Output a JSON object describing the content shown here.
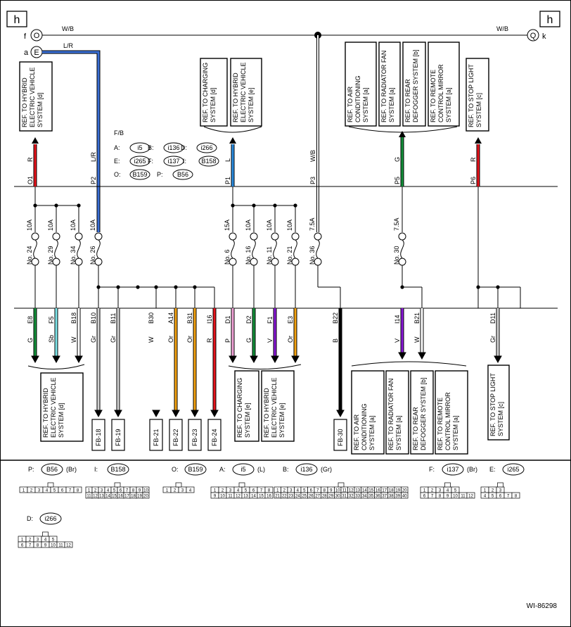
{
  "page": {
    "ref_left": "h",
    "ref_right": "h",
    "diagram_id": "WI-86298",
    "terminal_f": "f",
    "terminal_f_symbol": "O",
    "terminal_a": "a",
    "terminal_a_symbol": "E",
    "terminal_k": "k",
    "terminal_k_symbol": "Q",
    "wire_wb_left": "W/B",
    "wire_wb_right": "W/B",
    "wire_lr": "L/R"
  },
  "fb_box": {
    "title": "F/B",
    "rows": [
      [
        {
          "k": "A:",
          "v": "i5"
        },
        {
          "k": "B:",
          "v": "i136"
        },
        {
          "k": "D:",
          "v": "i266"
        }
      ],
      [
        {
          "k": "E:",
          "v": "i265"
        },
        {
          "k": "F:",
          "v": "i137"
        },
        {
          "k": "I:",
          "v": "B158"
        }
      ],
      [
        {
          "k": "O:",
          "v": "B159"
        },
        {
          "k": "P:",
          "v": "B56"
        }
      ]
    ]
  },
  "top_refs": [
    {
      "id": "ref-hybrid-top",
      "lines": [
        "REF. TO HYBRID",
        "ELECTRIC VEHICLE",
        "SYSTEM [d]"
      ]
    },
    {
      "id": "ref-charging-top",
      "lines": [
        "REF. TO CHARGING",
        "SYSTEM [d]"
      ]
    },
    {
      "id": "ref-hybrid2-top",
      "lines": [
        "REF. TO HYBRID",
        "ELECTRIC VEHICLE",
        "SYSTEM [e]"
      ]
    },
    {
      "id": "ref-ac-top",
      "lines": [
        "REF. TO AIR",
        "CONDITIONING",
        "SYSTEM [a]"
      ]
    },
    {
      "id": "ref-radfan-top",
      "lines": [
        "REF. TO RADIATOR FAN",
        "SYSTEM [a]"
      ]
    },
    {
      "id": "ref-defog-top",
      "lines": [
        "REF. TO REAR",
        "DEFOGGER SYSTEM [b]"
      ]
    },
    {
      "id": "ref-mirror-top",
      "lines": [
        "REF. TO REMOTE",
        "CONTROL MIRROR",
        "SYSTEM [a]"
      ]
    },
    {
      "id": "ref-stop-top",
      "lines": [
        "REF. TO STOP LIGHT",
        "SYSTEM [c]"
      ]
    }
  ],
  "top_pins": [
    {
      "pin": "O1",
      "color": "R"
    },
    {
      "pin": "P2",
      "color": "L/R"
    },
    {
      "pin": "P1",
      "color": "L"
    },
    {
      "pin": "P3",
      "color": "W/B"
    },
    {
      "pin": "P5",
      "color": "G"
    },
    {
      "pin": "P6",
      "color": "R"
    }
  ],
  "fuses": [
    {
      "no": "No. 24",
      "amp": "10A"
    },
    {
      "no": "No. 29",
      "amp": "10A"
    },
    {
      "no": "No. 34",
      "amp": "10A"
    },
    {
      "no": "No. 26",
      "amp": "10A"
    },
    {
      "no": "No. 6",
      "amp": "15A"
    },
    {
      "no": "No. 16",
      "amp": "10A"
    },
    {
      "no": "No. 11",
      "amp": "10A"
    },
    {
      "no": "No. 21",
      "amp": "10A"
    },
    {
      "no": "No. 36",
      "amp": "7.5A"
    },
    {
      "no": "No. 30",
      "amp": "7.5A"
    }
  ],
  "bottom_pins": [
    {
      "pin": "E8",
      "color": "G"
    },
    {
      "pin": "F5",
      "color": "Sb"
    },
    {
      "pin": "B18",
      "color": "W"
    },
    {
      "pin": "B10",
      "color": "Gr"
    },
    {
      "pin": "B11",
      "color": "Gr"
    },
    {
      "pin": "B30",
      "color": "W"
    },
    {
      "pin": "A14",
      "color": "Or"
    },
    {
      "pin": "B31",
      "color": "Or"
    },
    {
      "pin": "I16",
      "color": "R"
    },
    {
      "pin": "D1",
      "color": "P"
    },
    {
      "pin": "D2",
      "color": "G"
    },
    {
      "pin": "F1",
      "color": "V"
    },
    {
      "pin": "E3",
      "color": "Or"
    },
    {
      "pin": "B22",
      "color": "B"
    },
    {
      "pin": "I14",
      "color": "V"
    },
    {
      "pin": "B21",
      "color": "W"
    },
    {
      "pin": "D11",
      "color": "Gr"
    }
  ],
  "bottom_refs": [
    {
      "id": "ref-hybrid-bot",
      "lines": [
        "REF. TO HYBRID",
        "ELECTRIC VEHICLE",
        "SYSTEM [d]"
      ]
    },
    {
      "id": "ref-charging-bot",
      "lines": [
        "REF. TO CHARGING",
        "SYSTEM [e]"
      ]
    },
    {
      "id": "ref-hybrid2-bot",
      "lines": [
        "REF. TO HYBRID",
        "ELECTRIC VEHICLE",
        "SYSTEM [e]"
      ]
    },
    {
      "id": "ref-ac-bot",
      "lines": [
        "REF. TO AIR",
        "CONDITIONING",
        "SYSTEM [a]"
      ]
    },
    {
      "id": "ref-radfan-bot",
      "lines": [
        "REF. TO RADIATOR FAN",
        "SYSTEM [a]"
      ]
    },
    {
      "id": "ref-defog-bot",
      "lines": [
        "REF. TO REAR",
        "DEFOGGER SYSTEM [b]"
      ]
    },
    {
      "id": "ref-mirror-bot",
      "lines": [
        "REF. TO REMOTE",
        "CONTROL MIRROR",
        "SYSTEM [a]"
      ]
    },
    {
      "id": "ref-stop-bot",
      "lines": [
        "REF. TO STOP LIGHT",
        "SYSTEM [c]"
      ]
    }
  ],
  "fb_terminals": [
    "FB-18",
    "FB-19",
    "FB-21",
    "FB-22",
    "FB-23",
    "FB-24",
    "FB-30"
  ],
  "wire_colors": {
    "R": "#e8141c",
    "L": "#2a8ce0",
    "L/R": "#3a6fd6",
    "G": "#13913a",
    "Sb": "#7fe6ea",
    "W": "#ffffff",
    "Gr": "#d2d2d2",
    "Or": "#f5a311",
    "P": "#f2a3d8",
    "V": "#8a18d8",
    "B": "#000000",
    "W/B": "#ffffff"
  },
  "connectors": [
    {
      "letter": "P:",
      "code": "B56",
      "suffix": "(Br)",
      "rows": [
        [
          "1",
          "2",
          "3",
          "4",
          "5",
          "6",
          "7",
          "8"
        ]
      ]
    },
    {
      "letter": "I:",
      "code": "B158",
      "suffix": "",
      "rows": [
        [
          "1",
          "2",
          "3",
          "4",
          "5",
          "6",
          "7",
          "8",
          "9",
          "10"
        ],
        [
          "11",
          "12",
          "13",
          "14",
          "15",
          "16",
          "17",
          "18",
          "19",
          "20"
        ]
      ]
    },
    {
      "letter": "O:",
      "code": "B159",
      "suffix": "",
      "rows": [
        [
          "1",
          "2",
          "3",
          "4"
        ]
      ]
    },
    {
      "letter": "A:",
      "code": "i5",
      "suffix": "(L)",
      "rows": [
        [
          "1",
          "2",
          "3",
          "4",
          "5",
          "6",
          "7",
          "8"
        ],
        [
          "9",
          "10",
          "11",
          "12",
          "13",
          "14",
          "15",
          "16"
        ]
      ]
    },
    {
      "letter": "B:",
      "code": "i136",
      "suffix": "(Gr)",
      "rows": [
        [
          "1",
          "2",
          "3",
          "4",
          "5",
          "6",
          "7",
          "8",
          "9",
          "10",
          "11",
          "12",
          "13",
          "14",
          "15",
          "16",
          "17",
          "18",
          "19",
          "20"
        ],
        [
          "21",
          "22",
          "23",
          "24",
          "25",
          "26",
          "27",
          "28",
          "29",
          "30",
          "31",
          "32",
          "33",
          "34",
          "35",
          "36",
          "37",
          "38",
          "39",
          "40"
        ]
      ]
    },
    {
      "letter": "F:",
      "code": "i137",
      "suffix": "(Br)",
      "rows": [
        [
          "1",
          "2",
          "3",
          "4",
          "5"
        ],
        [
          "6",
          "7",
          "8",
          "9",
          "10",
          "11",
          "12"
        ]
      ]
    },
    {
      "letter": "E:",
      "code": "i265",
      "suffix": "",
      "rows": [
        [
          "1",
          "2",
          "3"
        ],
        [
          "4",
          "5",
          "6",
          "7",
          "8"
        ]
      ]
    },
    {
      "letter": "D:",
      "code": "i266",
      "suffix": "",
      "rows": [
        [
          "1",
          "2",
          "3",
          "4",
          "5"
        ],
        [
          "6",
          "7",
          "8",
          "9",
          "10",
          "11",
          "12"
        ]
      ]
    }
  ]
}
